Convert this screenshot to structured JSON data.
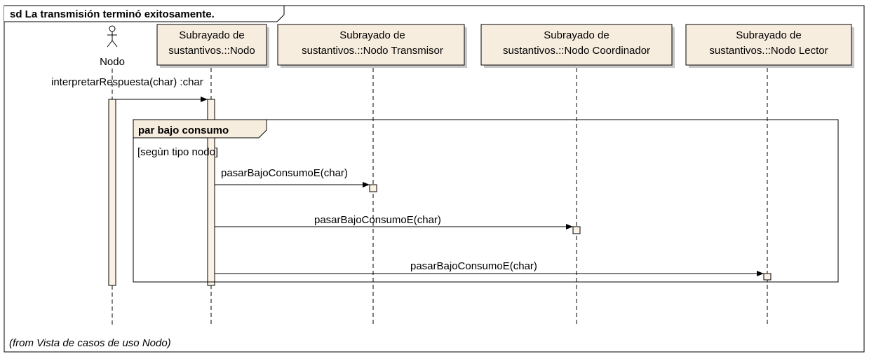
{
  "frame": {
    "title": "sd La transmisión terminó exitosamente.",
    "footer": "(from Vista de casos de uso Nodo)"
  },
  "actor": {
    "name": "Nodo"
  },
  "lifelines": [
    {
      "line1": "Subrayado de",
      "line2": "sustantivos.::Nodo"
    },
    {
      "line1": "Subrayado de",
      "line2": "sustantivos.::Nodo Transmisor"
    },
    {
      "line1": "Subrayado de",
      "line2": "sustantivos.::Nodo Coordinador"
    },
    {
      "line1": "Subrayado de",
      "line2": "sustantivos.::Nodo Lector"
    }
  ],
  "messages": [
    {
      "label": "interpretarRespuesta(char) :char"
    },
    {
      "label": "pasarBajoConsumoE(char)"
    },
    {
      "label": "pasarBajoConsumoE(char)"
    },
    {
      "label": "pasarBajoConsumoE(char)"
    }
  ],
  "fragment": {
    "operator": "par bajo consumo",
    "guard": "[segùn tipo nodo]"
  }
}
